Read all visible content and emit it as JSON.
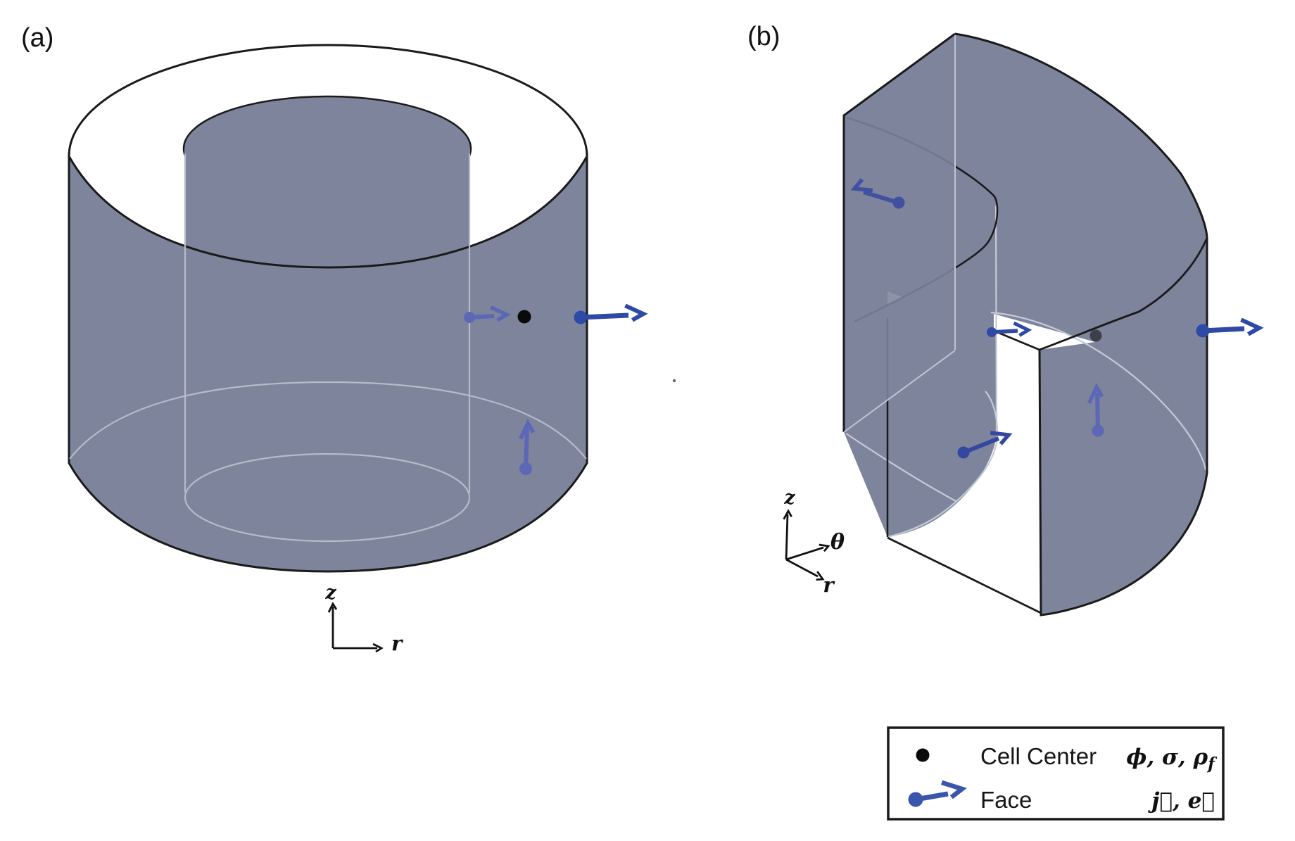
{
  "figure": {
    "type": "scientific-diagram",
    "description_a": "annular cylinder cell with face arrows and cell center",
    "description_b": "cylindrical wedge (annulus with 90-degree notch) with face arrows and cell center"
  },
  "panels": {
    "a": {
      "label": "(a)"
    },
    "b": {
      "label": "(b)"
    }
  },
  "axes": {
    "a": {
      "vertical": "z",
      "horizontal": "r"
    },
    "b": {
      "vertical": "z",
      "upper_diag": "θ",
      "lower_diag": "r"
    }
  },
  "legend": {
    "rows": [
      {
        "marker": "cell-center-dot",
        "label": "Cell Center",
        "symbols": "ϕ, σ, ρ",
        "symbol_subscript": "f"
      },
      {
        "marker": "face-arrow",
        "label": "Face",
        "symbols": "j⃗, e⃗",
        "symbol_subscript": ""
      }
    ]
  },
  "colors": {
    "surface": "#7d849c",
    "surface_cap": "#7d849c",
    "edge_black": "#1a1a1a",
    "edge_light": "#c6cad6",
    "edge_light_muted": "#b6bbc9",
    "blue_bright": "#2e4aa6",
    "blue_mid": "#4250a2",
    "blue_muted": "#5c68b6",
    "legend_blue": "#3a55aa",
    "cell_dot_a": "#0a0a0a",
    "cell_dot_b": "#3c4049",
    "background": "#ffffff"
  }
}
